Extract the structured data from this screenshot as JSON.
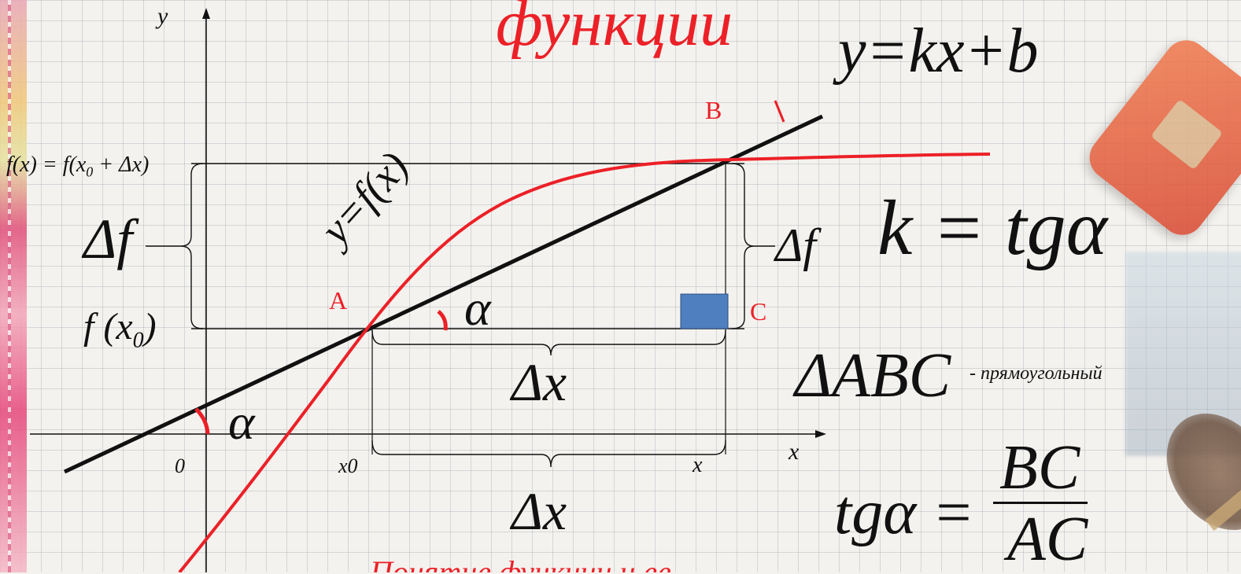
{
  "title": "функции",
  "formulas": {
    "line_eq": "y=kx+b",
    "k_eq": "k = tgα",
    "triangle": "ΔABC",
    "triangle_note": "- прямоугольный",
    "tg_left": "tgα =",
    "tg_num": "BC",
    "tg_den": "AC"
  },
  "axes": {
    "x": "x",
    "y": "y",
    "origin": "0"
  },
  "ticks": {
    "x0": "x0",
    "x": "x"
  },
  "labels": {
    "fx_full": "f(x) = f(x",
    "fx_full_sub": "0",
    "fx_full_tail": " + Δx)",
    "fx0_main": "f (x",
    "fx0_sub": "0",
    "fx0_tail": ")",
    "delta_f_left": "Δf",
    "delta_f_right": "Δf",
    "delta_x_upper": "Δx",
    "delta_x_lower": "Δx",
    "curve_label": "y=f(x)",
    "alpha_top": "α",
    "alpha_bottom": "α",
    "point_a": "A",
    "point_b": "B",
    "point_c": "C",
    "line_label": "l"
  },
  "bottom_cut_text": "Понятие функции и ее",
  "colors": {
    "curve": "#ec2027",
    "line": "#111111",
    "right_angle_marker": "#4f7fbf",
    "labels_red": "#ec2027"
  }
}
